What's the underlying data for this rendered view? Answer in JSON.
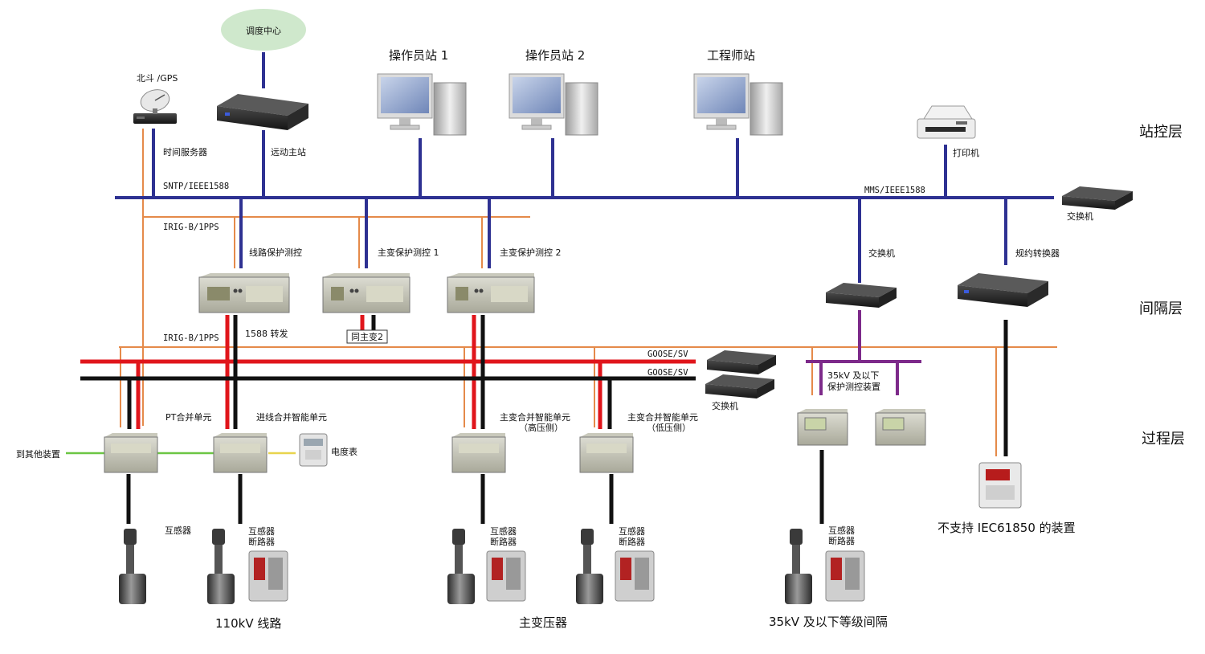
{
  "colors": {
    "station_bus": "#2e3192",
    "process_red": "#e0151b",
    "process_black": "#111111",
    "timing_orange": "#e58a4a",
    "sub_bus_purple": "#7d2a8a",
    "link_green": "#6cc644",
    "link_yellow": "#e8d44d",
    "dispatch_ellipse": "#cfe8cc"
  },
  "layers": {
    "station": "站控层",
    "bay": "间隔层",
    "process": "过程层"
  },
  "station": {
    "dispatch_center": "调度中心",
    "beidou_gps": "北斗 /GPS",
    "time_server": "时间服务器",
    "remote_master": "远动主站",
    "operator1": "操作员站 1",
    "operator2": "操作员站 2",
    "engineer": "工程师站",
    "printer": "打印机",
    "switch": "交换机"
  },
  "buses": {
    "sntp": "SNTP/IEEE1588",
    "mms": "MMS/IEEE1588",
    "irigb_top": "IRIG-B/1PPS",
    "irigb_mid": "IRIG-B/1PPS",
    "goose1": "GOOSE/SV",
    "goose2": "GOOSE/SV"
  },
  "bay": {
    "line_protect": "线路保护测控",
    "main_transformer1": "主变保护测控 1",
    "main_transformer2": "主变保护测控 2",
    "same_main2": "同主变2",
    "forward_1588": "1588 转发",
    "switch": "交换机",
    "protocol_converter": "规约转换器"
  },
  "process": {
    "switch": "交换机",
    "sub35_line1": "35kV 及以下",
    "sub35_line2": "保护测控装置",
    "pt_merge": "PT合并单元",
    "line_merge": "进线合并智能单元",
    "mt_merge_high_1": "主变合并智能单元",
    "mt_merge_high_2": "（高压侧）",
    "mt_merge_low_1": "主变合并智能单元",
    "mt_merge_low_2": "（低压侧）",
    "to_other": "到其他装置",
    "meter": "电度表",
    "non_iec": "不支持 IEC61850 的装置",
    "transformer": "互感器",
    "ct_breaker_1": "互感器",
    "ct_breaker_2": "断路器"
  },
  "groups": {
    "line110": "110kV 线路",
    "main_transformer": "主变压器",
    "kv35": "35kV 及以下等级间隔"
  }
}
